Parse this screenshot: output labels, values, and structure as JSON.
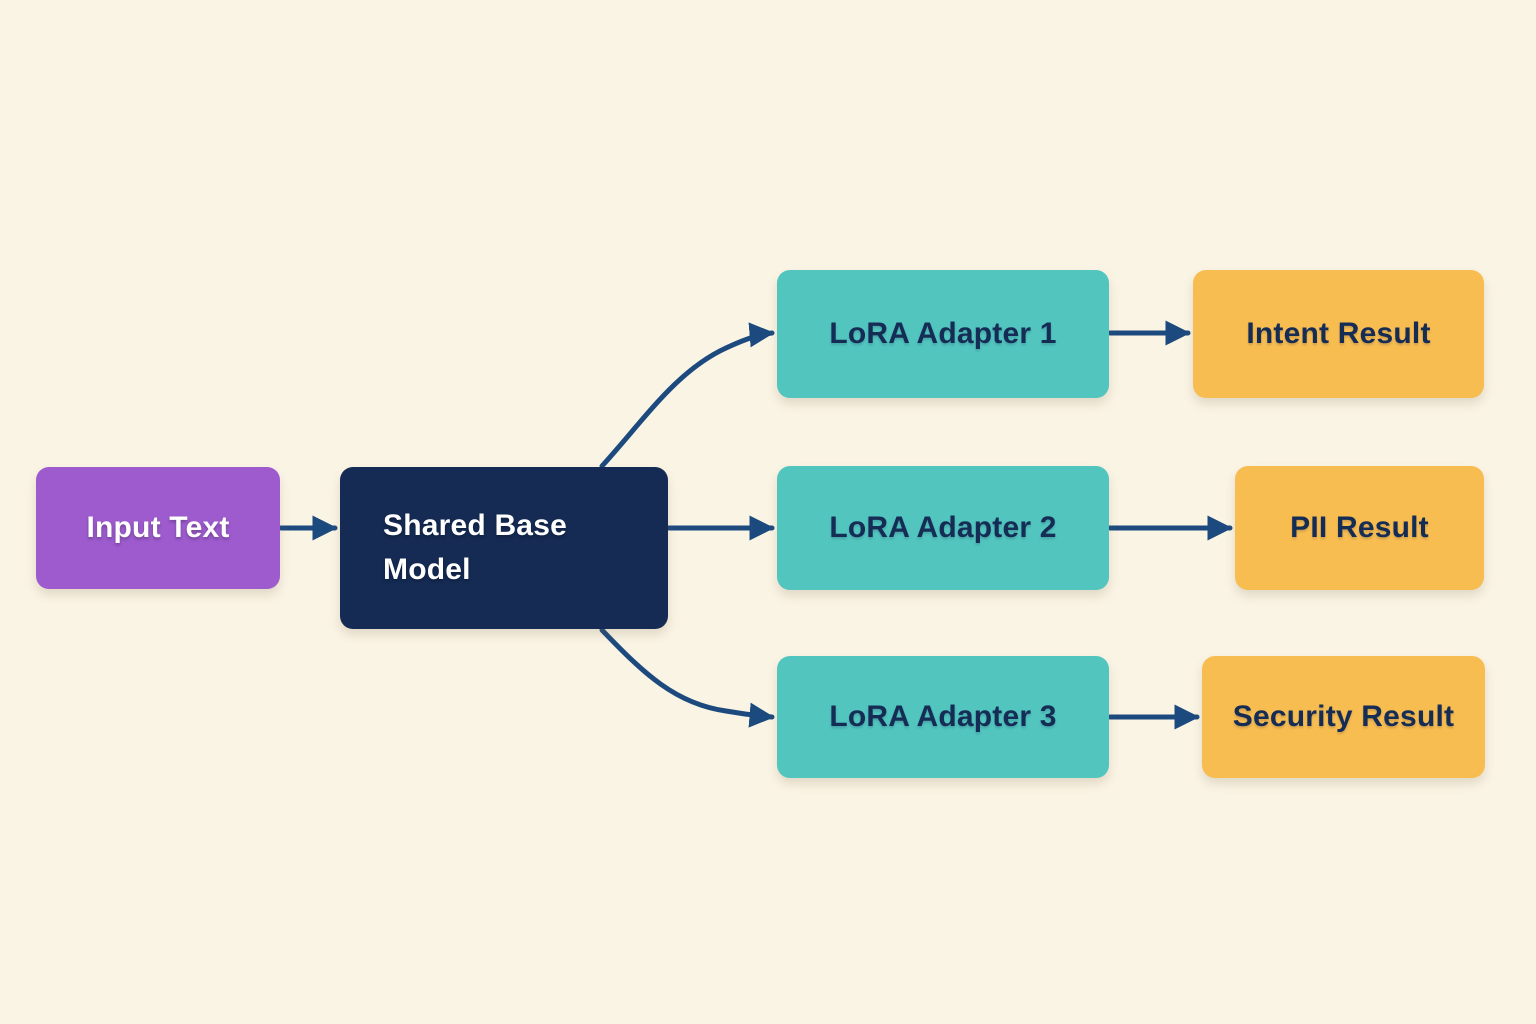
{
  "diagram": {
    "background": "#faf4e5",
    "arrow_color": "#1d4a7e",
    "nodes": {
      "input_text": {
        "label": "Input Text",
        "fill": "#9d5bce",
        "text": "#ffffff"
      },
      "shared_base_model": {
        "label": "Shared Base Model",
        "fill": "#152b54",
        "text": "#ffffff"
      },
      "lora_adapter_1": {
        "label": "LoRA Adapter 1",
        "fill": "#52c5bf",
        "text": "#152c55"
      },
      "lora_adapter_2": {
        "label": "LoRA Adapter 2",
        "fill": "#52c5bf",
        "text": "#152c55"
      },
      "lora_adapter_3": {
        "label": "LoRA Adapter 3",
        "fill": "#52c5bf",
        "text": "#152c55"
      },
      "intent_result": {
        "label": "Intent Result",
        "fill": "#f8bd51",
        "text": "#152c55"
      },
      "pii_result": {
        "label": "PII Result",
        "fill": "#f8bd51",
        "text": "#152c55"
      },
      "security_result": {
        "label": "Security Result",
        "fill": "#f8bd51",
        "text": "#152c55"
      }
    },
    "edges": [
      {
        "from": "input_text",
        "to": "shared_base_model"
      },
      {
        "from": "shared_base_model",
        "to": "lora_adapter_1"
      },
      {
        "from": "shared_base_model",
        "to": "lora_adapter_2"
      },
      {
        "from": "shared_base_model",
        "to": "lora_adapter_3"
      },
      {
        "from": "lora_adapter_1",
        "to": "intent_result"
      },
      {
        "from": "lora_adapter_2",
        "to": "pii_result"
      },
      {
        "from": "lora_adapter_3",
        "to": "security_result"
      }
    ]
  }
}
